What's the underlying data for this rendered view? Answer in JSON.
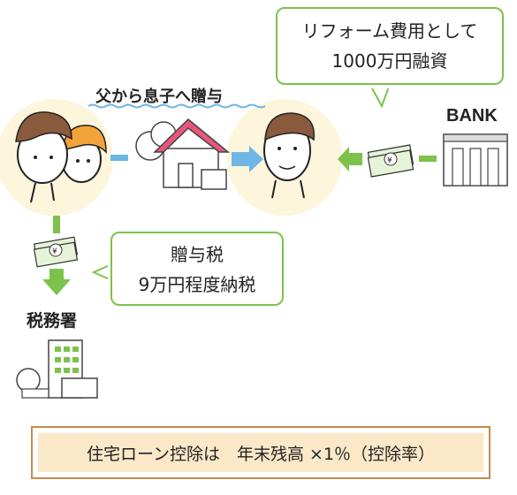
{
  "bubble_reform": {
    "line1": "リフォーム費用として",
    "line2": "1000万円融資"
  },
  "gift_label": "父から息子へ贈与",
  "bank_label": "BANK",
  "tax_bubble": {
    "line1": "贈与税",
    "line2": "9万円程度納税"
  },
  "tax_office_label": "税務署",
  "note": "住宅ローン控除は　年末残高 ×1％（控除率）",
  "yen_symbol": "¥",
  "colors": {
    "accent_green": "#7cc24b",
    "arrow_blue": "#6fb6e6",
    "roof_pink": "#e8577a",
    "note_border": "#c98a4b",
    "note_fill": "#fbe8c8",
    "glow": "#fdf5dc"
  }
}
